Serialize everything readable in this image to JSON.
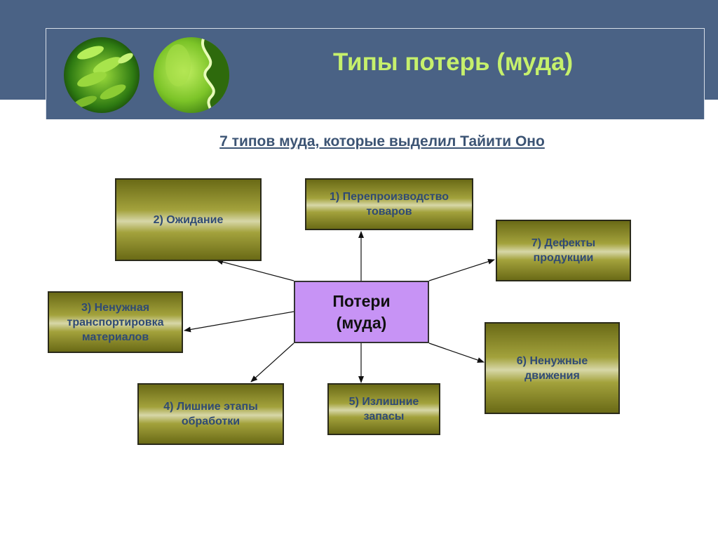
{
  "header": {
    "title": "Типы потерь (муда)"
  },
  "subtitle": "7 типов муда, которые выделил Тайити Оно",
  "center": {
    "line1": "Потери",
    "line2": "(муда)"
  },
  "boxes": {
    "b1": {
      "line1": "1) Перепроизводство",
      "line2": "товаров"
    },
    "b2": {
      "line1": "2) Ожидание"
    },
    "b3": {
      "line1": "3) Ненужная",
      "line2": "транспортировка",
      "line3": "материалов"
    },
    "b4": {
      "line1": "4) Лишние этапы",
      "line2": "обработки"
    },
    "b5": {
      "line1": "5) Излишние",
      "line2": "запасы"
    },
    "b6": {
      "line1": "6) Ненужные",
      "line2": "движения"
    },
    "b7": {
      "line1": "7) Дефекты",
      "line2": "продукции"
    }
  },
  "colors": {
    "band": "#4a6285",
    "title": "#c6f06c",
    "box_text": "#2f4a74",
    "center_fill": "#c793f5"
  }
}
